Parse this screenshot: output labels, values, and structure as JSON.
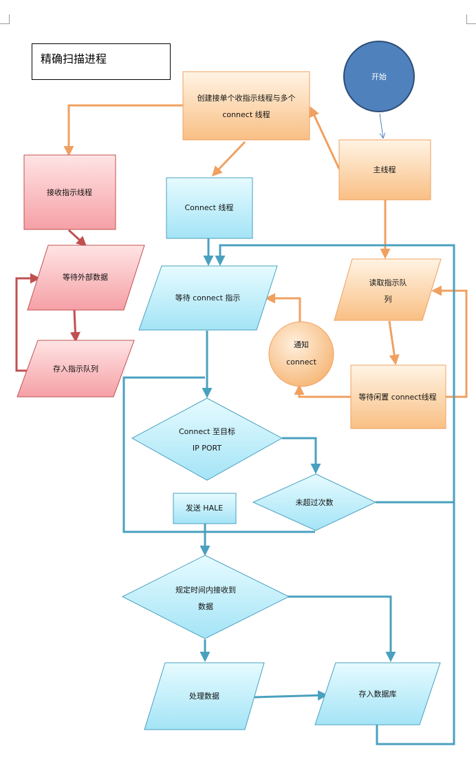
{
  "title": "精确扫描进程",
  "nodes": {
    "start": "开始",
    "main_thread": "主线程",
    "create_threads_line1": "创建接单个收指示线程与多个",
    "create_threads_line2": "connect 线程",
    "receive_thread": "接收指示线程",
    "wait_external": "等待外部数据",
    "store_queue": "存入指示队列",
    "connect_thread": "Connect 线程",
    "wait_connect": "等待 connect 指示",
    "read_queue_line1": "读取指示队",
    "read_queue_line2": "列",
    "notify_line1": "通知",
    "notify_line2": "connect",
    "wait_idle": "等待闲置 connect线程",
    "connect_target_line1": "Connect 至目标",
    "connect_target_line2": "IP PORT",
    "send_hale": "发送 HALE",
    "not_exceeded": "未超过次数",
    "receive_in_time_line1": "规定时间内接收到",
    "receive_in_time_line2": "数据",
    "process_data": "处理数据",
    "store_db": "存入数据库"
  },
  "colors": {
    "orange_edge": "#f0a060",
    "red_edge": "#c05050",
    "blue_edge": "#4aa0bf",
    "start_fill": "#4f81bd"
  }
}
